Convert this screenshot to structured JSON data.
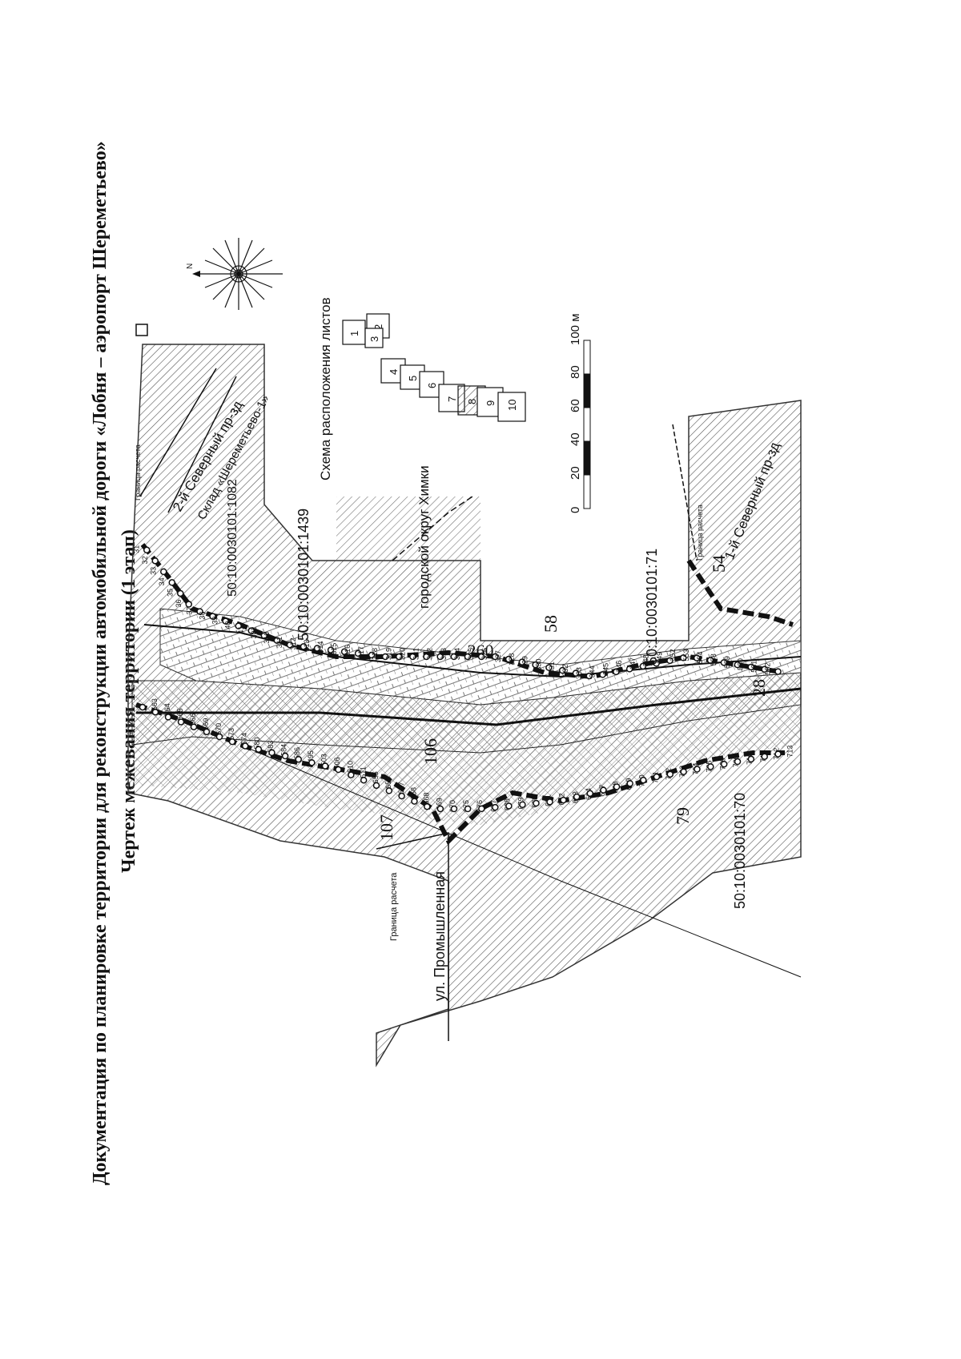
{
  "page_number": "260",
  "document_title": "Документация по планировке территории для реконструкции автомобильной дороги «Лобня – аэропорт Шереметьево»",
  "sheet_title": "Чертеж межевания территории (1 этап)",
  "compass": {
    "north_label": "N",
    "icon": "compass-rose-icon"
  },
  "layout_scheme": {
    "title": "Схема расположения листов",
    "sheets": [
      "1",
      "2",
      "3",
      "4",
      "5",
      "6",
      "7",
      "8",
      "9",
      "10"
    ],
    "current_sheet": "8"
  },
  "scale_bar": {
    "unit": "м",
    "ticks": [
      "0",
      "20",
      "40",
      "60",
      "80",
      "100 м"
    ]
  },
  "map": {
    "streets": [
      "2-й Северный пр-зд",
      "1-й Северный пр-зд",
      "ул. Промышленная"
    ],
    "object_label": "Склад «Шереметьево-1»",
    "district_label": "городской округ Химки",
    "calc_boundary_labels": [
      "Граница расчета",
      "Граница расчета",
      "Граница расчета"
    ],
    "cadastral_numbers": [
      "50:10:0030101:1082",
      "50:10:0030101:1439",
      "50:10:0030101:71",
      "50:10:0030101:70"
    ],
    "parcel_numbers": [
      "107",
      "106",
      "58",
      "79",
      "28",
      "54"
    ],
    "point_numbers": [
      "31",
      "32",
      "33",
      "34",
      "35",
      "36",
      "37",
      "38",
      "39",
      "40",
      "41",
      "302",
      "310",
      "311",
      "312",
      "313",
      "314",
      "315",
      "316",
      "317",
      "318",
      "319",
      "320",
      "321",
      "322",
      "323",
      "324",
      "325",
      "326",
      "327",
      "328",
      "329",
      "330",
      "331",
      "332",
      "333",
      "344",
      "345",
      "346",
      "347",
      "348",
      "349",
      "352",
      "553",
      "554",
      "558",
      "559",
      "560",
      "561",
      "562",
      "563",
      "564",
      "565",
      "566",
      "569",
      "570",
      "573",
      "574",
      "580",
      "583",
      "584",
      "586",
      "495",
      "503",
      "506",
      "510",
      "511",
      "655",
      "656",
      "657",
      "658",
      "668",
      "669",
      "670",
      "675",
      "676",
      "677",
      "678",
      "679",
      "680",
      "681",
      "682",
      "683",
      "684",
      "697",
      "698",
      "699",
      "700",
      "701",
      "702",
      "703",
      "704",
      "705",
      "706",
      "709",
      "710",
      "711",
      "712",
      "713"
    ]
  },
  "colors": {
    "ink": "#111111",
    "paper": "#ffffff",
    "hatch": "#555555"
  }
}
